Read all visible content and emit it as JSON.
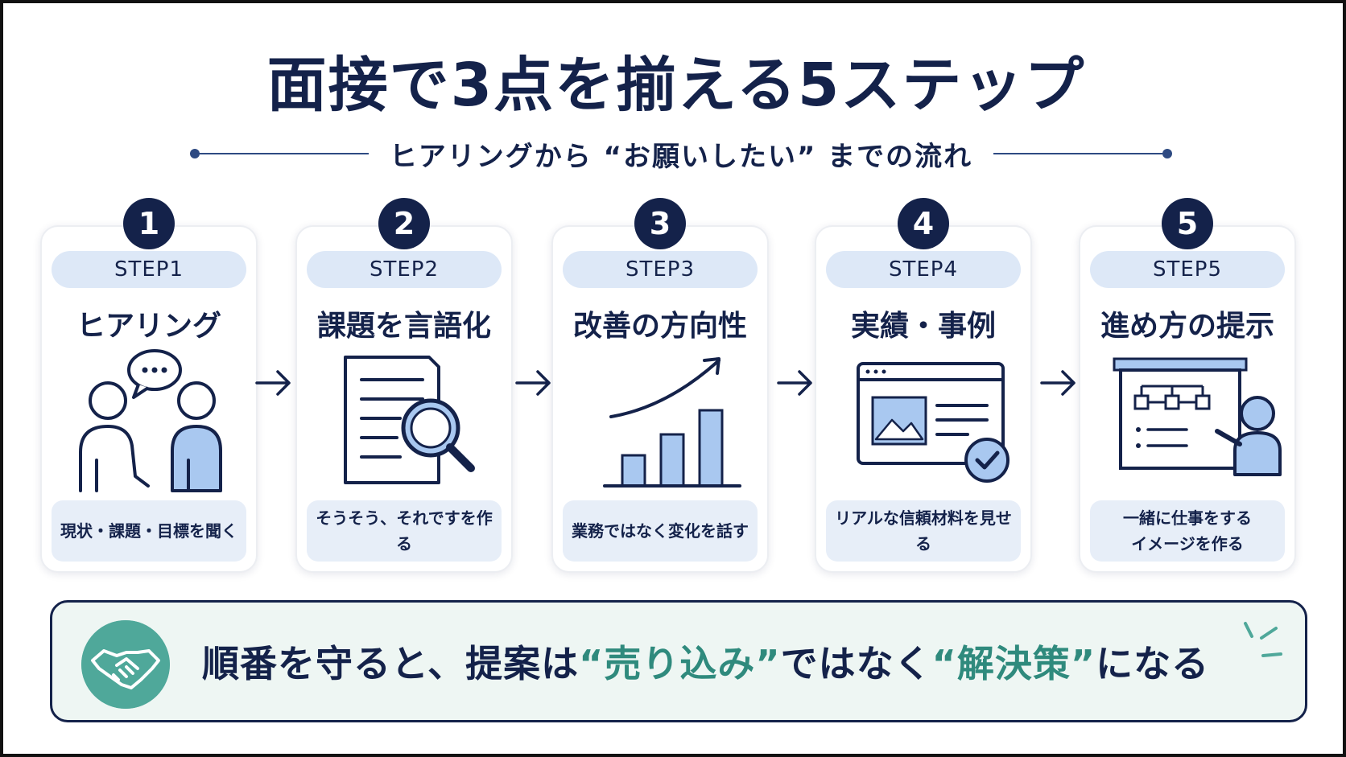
{
  "header": {
    "title": "面接で3点を揃える5ステップ",
    "subtitle": "ヒアリングから “お願いしたい” までの流れ"
  },
  "steps": [
    {
      "number": "1",
      "label": "STEP1",
      "name": "ヒアリング",
      "desc": "現状・課題・目標を聞く",
      "icon": "conversation-icon"
    },
    {
      "number": "2",
      "label": "STEP2",
      "name": "課題を言語化",
      "desc": "そうそう、それですを作る",
      "icon": "document-search-icon"
    },
    {
      "number": "3",
      "label": "STEP3",
      "name": "改善の方向性",
      "desc": "業務ではなく変化を話す",
      "icon": "growth-chart-icon"
    },
    {
      "number": "4",
      "label": "STEP4",
      "name": "実績・事例",
      "desc": "リアルな信頼材料を見せる",
      "icon": "portfolio-window-icon"
    },
    {
      "number": "5",
      "label": "STEP5",
      "name": "進め方の提示",
      "desc": "一緒に仕事をする\nイメージを作る",
      "icon": "presentation-icon"
    }
  ],
  "banner": {
    "part1": "順番を守ると、提案は",
    "highlight1": "“売り込み”",
    "part2": "ではなく",
    "highlight2": "“解決策”",
    "part3": "になる",
    "icon": "handshake-icon"
  },
  "colors": {
    "navy": "#14224a",
    "pill": "#dde8f7",
    "icon_fill": "#a9c8f0",
    "teal": "#2f8a7d",
    "banner_bg": "#eef6f3"
  }
}
